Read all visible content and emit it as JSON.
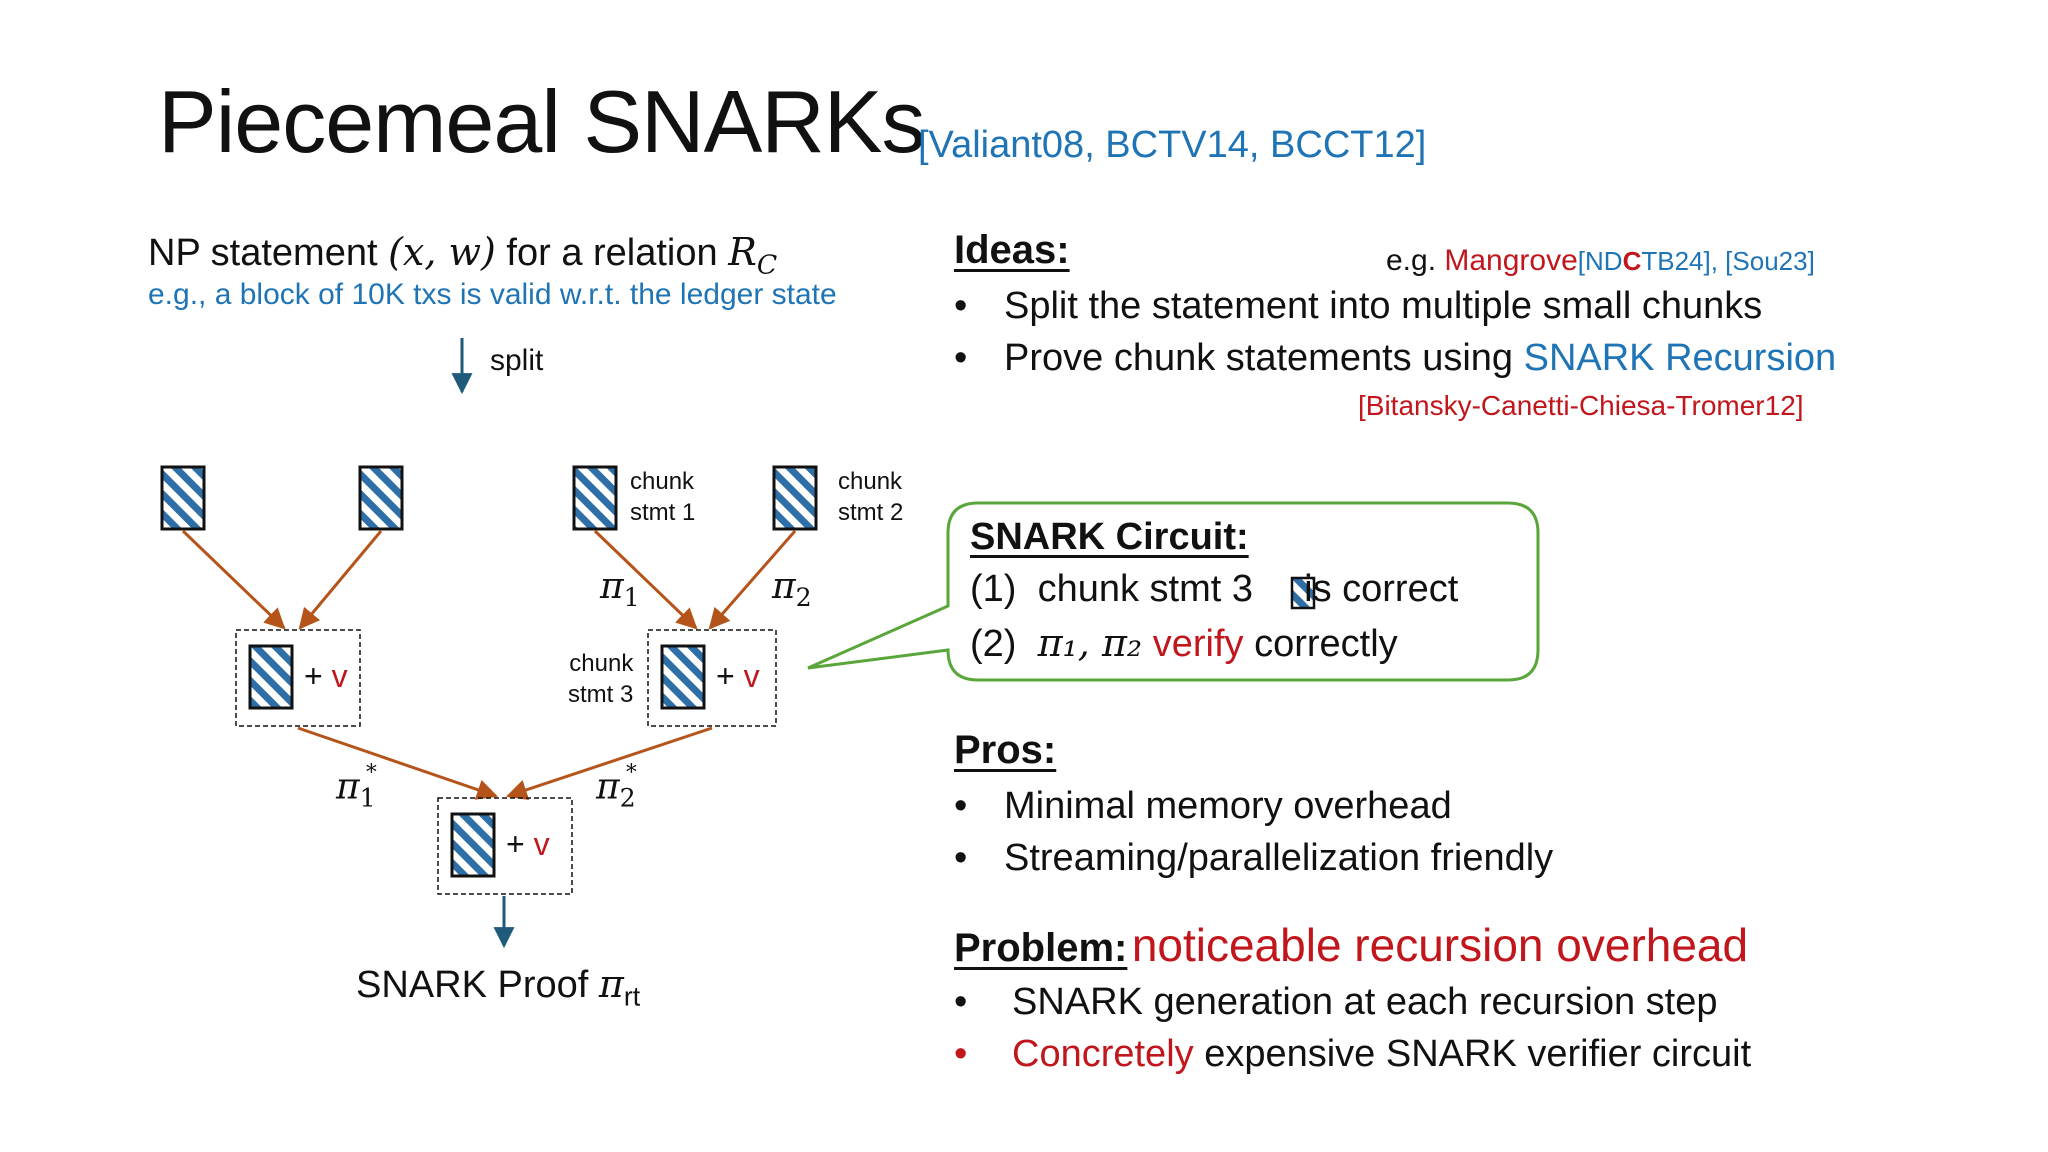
{
  "title": "Piecemeal SNARKs",
  "title_cite": "[Valiant08, BCTV14, BCCT12]",
  "left": {
    "np_statement_prefix": "NP statement ",
    "np_statement_vars": "(x, w)",
    "np_statement_mid": " for a relation ",
    "relation_R": "R",
    "relation_sub": "C",
    "example": "e.g., a block of 10K txs is valid w.r.t. the ledger state",
    "split_label": "split",
    "chunk_label_1": [
      "chunk",
      "stmt 1"
    ],
    "chunk_label_2": [
      "chunk",
      "stmt 2"
    ],
    "chunk_label_3": [
      "chunk",
      "stmt 3"
    ],
    "pi": "π",
    "pi1_sub": "1",
    "pi2_sub": "2",
    "star": "*",
    "plus": "+",
    "v": "v",
    "proof_label": "SNARK Proof ",
    "proof_sub": "rt"
  },
  "ideas": {
    "heading": "Ideas:",
    "eg_prefix": "e.g. ",
    "mangrove": "Mangrove",
    "cite_nd": "[ND",
    "cite_c": "C",
    "cite_tb": "TB24]",
    "cite_sou": ", [Sou23]",
    "bullets": [
      "Split the statement into multiple small chunks",
      "Prove chunk statements using "
    ],
    "recursion": "SNARK Recursion",
    "recursion_cite": "[Bitansky-Canetti-Chiesa-Tromer12]",
    "bullet_char": "•"
  },
  "circuit": {
    "heading": "SNARK Circuit:",
    "line1_num": "(1)",
    "line1_a": "chunk stmt 3 ",
    "line1_b": " is correct",
    "line2_num": "(2)",
    "line2_pis": "π₁, π₂",
    "line2_verify": " verify",
    "line2_rest": " correctly"
  },
  "pros": {
    "heading": "Pros:",
    "bullets": [
      "Minimal memory overhead",
      "Streaming/parallelization friendly"
    ]
  },
  "problem": {
    "heading": "Problem:",
    "headline": "noticeable recursion overhead",
    "bullet1": "SNARK generation at each recursion step",
    "bullet2_red": "Concretely",
    "bullet2_rest": " expensive SNARK verifier circuit"
  },
  "colors": {
    "arrow": "#b5541a",
    "split_arrow": "#1f5a7a",
    "hatch": "#2f6fa8",
    "callout_border": "#5aa63a",
    "blue_text": "#1f74b6",
    "red_text": "#c0161c"
  }
}
